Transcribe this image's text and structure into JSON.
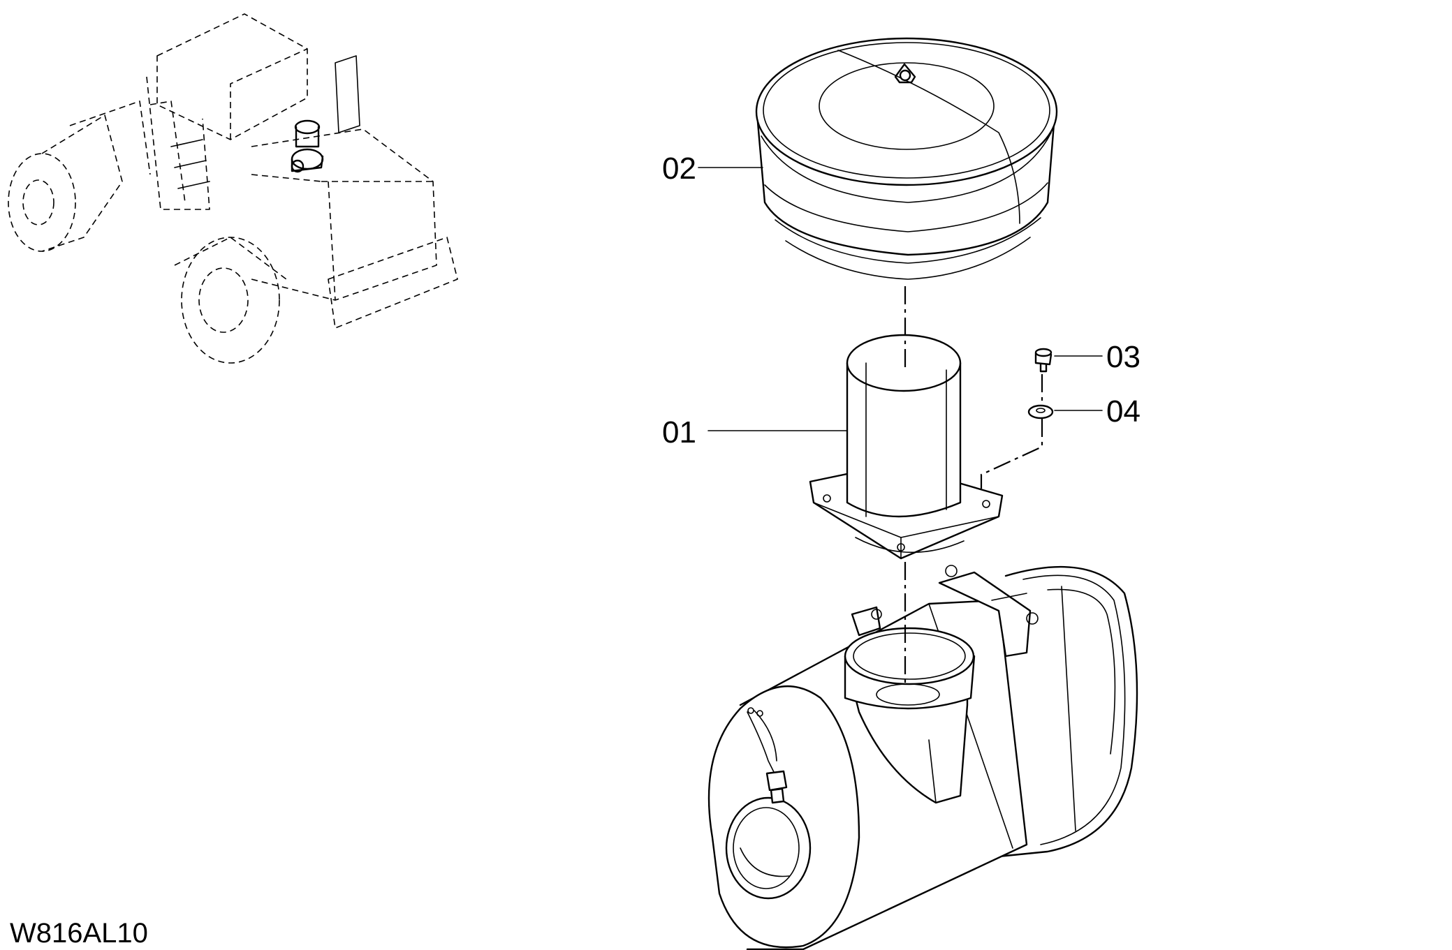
{
  "diagram": {
    "drawing_code": "W816AL10",
    "callouts": [
      {
        "id": "02",
        "label": "02"
      },
      {
        "id": "01",
        "label": "01"
      },
      {
        "id": "03",
        "label": "03"
      },
      {
        "id": "04",
        "label": "04"
      }
    ]
  },
  "colors": {
    "line": "#000000",
    "background": "#ffffff"
  }
}
